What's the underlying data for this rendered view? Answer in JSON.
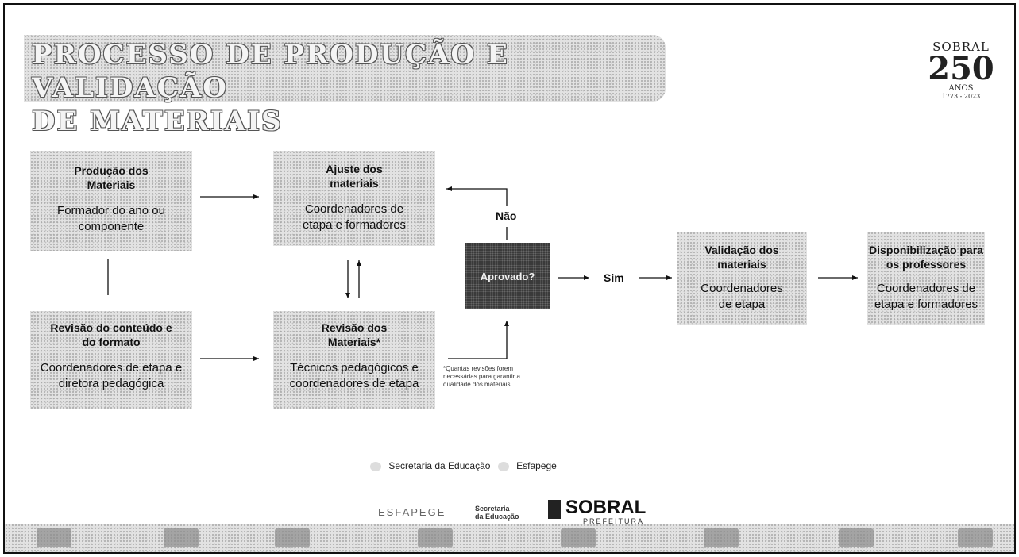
{
  "title": {
    "line1": "PROCESSO DE PRODUÇÃO E VALIDAÇÃO",
    "line2": "DE MATERIAIS"
  },
  "corner_logo": {
    "line1": "SOBRAL",
    "number": "250",
    "line3": "ANOS",
    "years": "1773 - 2023"
  },
  "boxes": {
    "producao": {
      "title": "Produção dos Materiais",
      "body": "Formador do ano ou componente"
    },
    "ajuste": {
      "title": "Ajuste dos materiais",
      "body": "Coordenadores de etapa e formadores"
    },
    "revisao_conteudo": {
      "title": "Revisão do conteúdo e do formato",
      "body": "Coordenadores de etapa e diretora pedagógica"
    },
    "revisao_materiais": {
      "title": "Revisão dos Materiais*",
      "body": "Técnicos pedagógicos e coordenadores de etapa"
    },
    "aprovado": {
      "title": "Aprovado?"
    },
    "validacao": {
      "title": "Validação dos materiais",
      "body": "Coordenadores de etapa"
    },
    "disponibilizacao": {
      "title": "Disponibilização para os professores",
      "body": "Coordenadores de etapa e formadores"
    }
  },
  "labels": {
    "nao": "Não",
    "sim": "Sim"
  },
  "footnote": "*Quantas revisões forem necessárias para garantir a qualidade dos materiais",
  "credits": {
    "item1": "Secretaria da Educação",
    "item2": "Esfapege"
  },
  "footer_logos": {
    "esfapege": "ESFAPEGE",
    "secretaria_line1": "Secretaria",
    "secretaria_line2": "da Educação",
    "sobral": "SOBRAL",
    "prefeitura": "PREFEITURA"
  },
  "colors": {
    "box_fill": "#e2e2e2",
    "decision_fill": "#3a3a3a",
    "line": "#111111"
  }
}
